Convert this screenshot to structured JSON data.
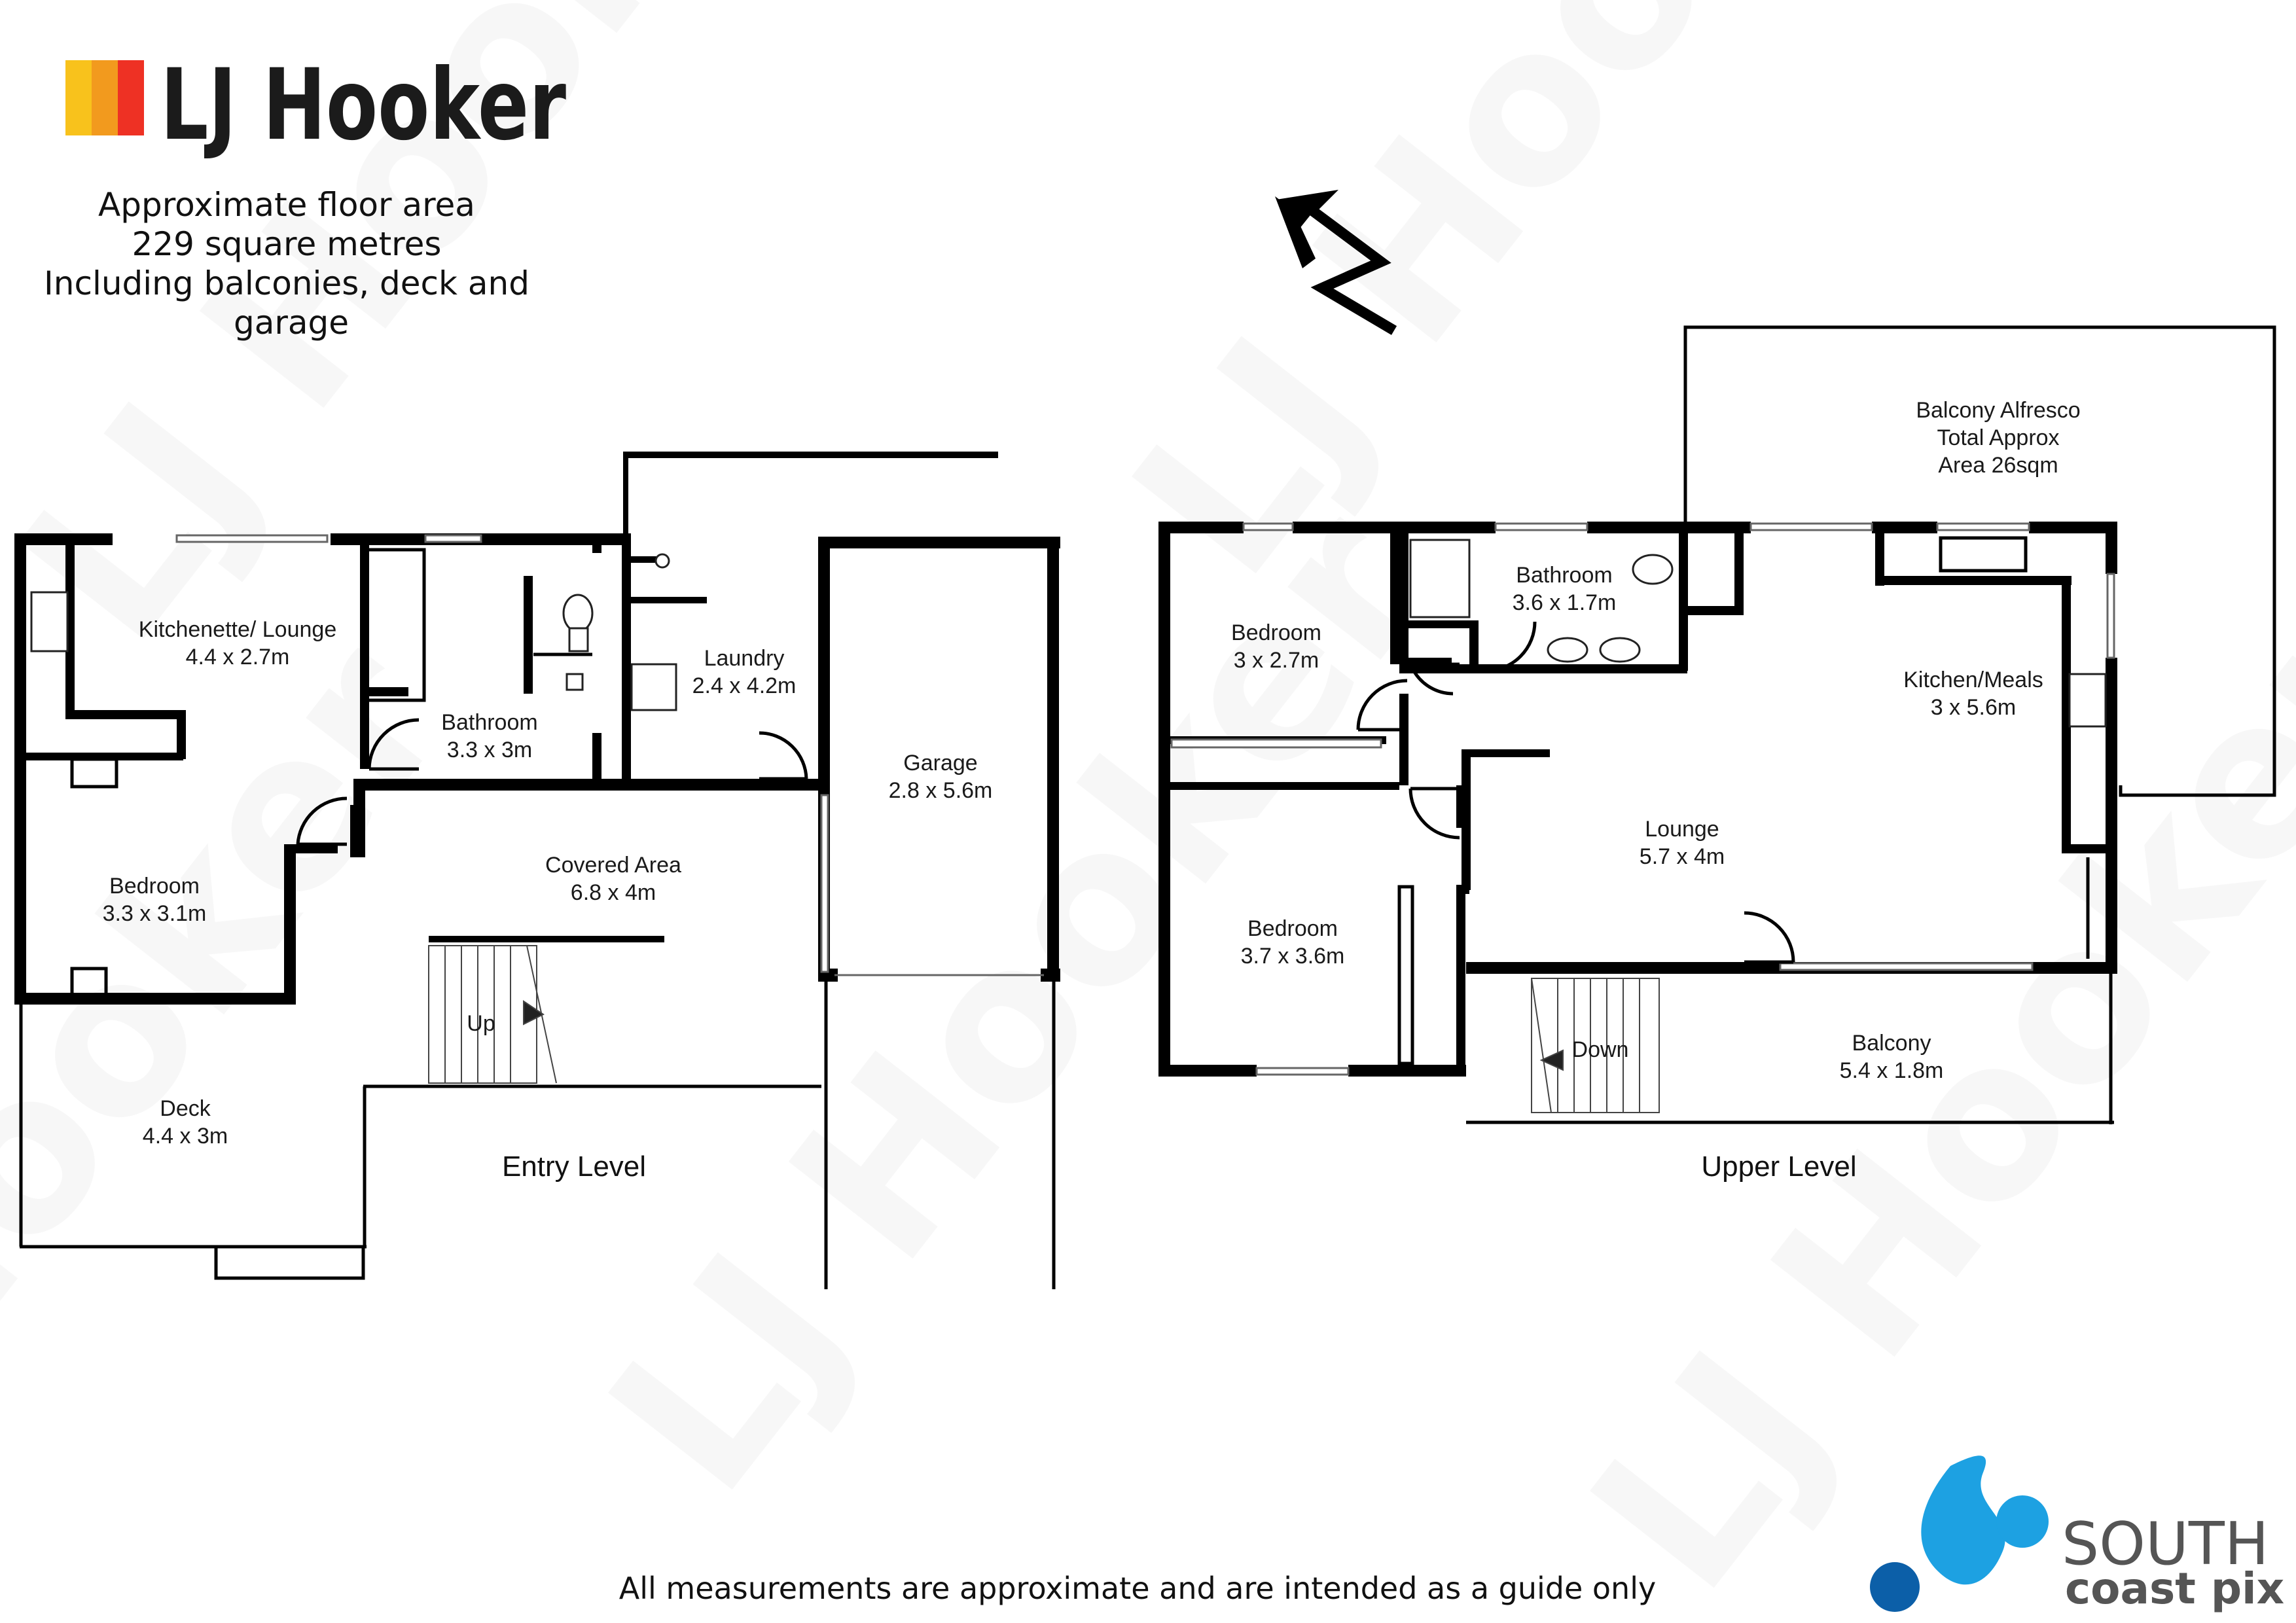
{
  "brand": {
    "name": "LJ Hooker",
    "colors": [
      "#f8c21c",
      "#f29a1e",
      "#ee3124"
    ]
  },
  "area_info": {
    "line1": "Approximate floor area",
    "line2": "229 square metres",
    "line3": "Including balconies, deck and",
    "line4": "garage"
  },
  "compass": {
    "icon": "north-arrow-icon"
  },
  "entry_level": {
    "title": "Entry Level",
    "rooms": [
      {
        "name": "Kitchenette/ Lounge",
        "size": "4.4 x 2.7m"
      },
      {
        "name": "Bathroom",
        "size": "3.3 x 3m"
      },
      {
        "name": "Laundry",
        "size": "2.4 x 4.2m"
      },
      {
        "name": "Garage",
        "size": "2.8 x 5.6m"
      },
      {
        "name": "Bedroom",
        "size": "3.3 x 3.1m"
      },
      {
        "name": "Covered Area",
        "size": "6.8 x 4m"
      },
      {
        "name": "Deck",
        "size": "4.4 x 3m"
      }
    ],
    "stair_label": "Up"
  },
  "upper_level": {
    "title": "Upper Level",
    "rooms": [
      {
        "name": "Bedroom",
        "size": "3 x 2.7m"
      },
      {
        "name": "Bathroom",
        "size": "3.6 x 1.7m"
      },
      {
        "name": "Kitchen/Meals",
        "size": "3 x 5.6m"
      },
      {
        "name": "Lounge",
        "size": "5.7 x 4m"
      },
      {
        "name": "Bedroom",
        "size": "3.7 x 3.6m"
      },
      {
        "name": "Balcony",
        "size": "5.4 x 1.8m"
      }
    ],
    "alfresco": {
      "line1": "Balcony Alfresco",
      "line2": "Total Approx",
      "line3": "Area 26sqm"
    },
    "stair_label": "Down"
  },
  "watermark": "LJ Hooker",
  "disclaimer": "All measurements are approximate and are intended as a guide only",
  "photographer": {
    "line1": "SOUTH",
    "line2": "coast pix",
    "colors": [
      "#1da1e2",
      "#0c5fa8"
    ]
  }
}
